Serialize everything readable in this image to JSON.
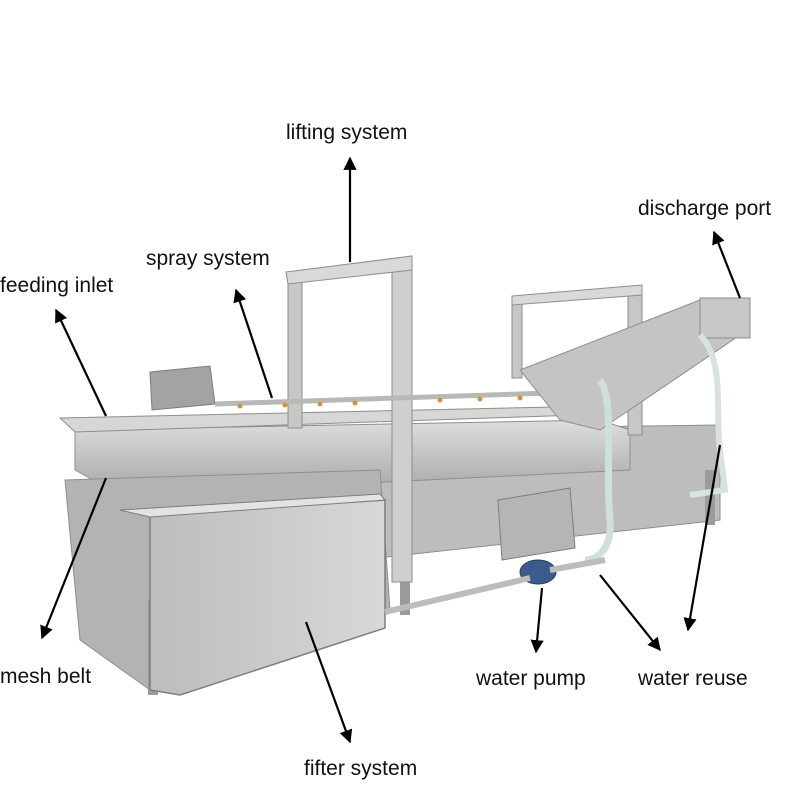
{
  "labels": {
    "lifting_system": "lifting system",
    "discharge_port": "discharge port",
    "spray_system": "spray system",
    "feeding_inlet": "feeding inlet",
    "mesh_belt": "mesh belt",
    "water_pump": "water pump",
    "water_reuse": "water reuse",
    "fifter_system": "fifter system"
  },
  "colors": {
    "steel_light": "#c9c9c7",
    "steel_mid": "#a9a9a7",
    "steel_dark": "#7d7d7b",
    "pump_blue": "#3c5a8c",
    "arrow": "#000000"
  }
}
